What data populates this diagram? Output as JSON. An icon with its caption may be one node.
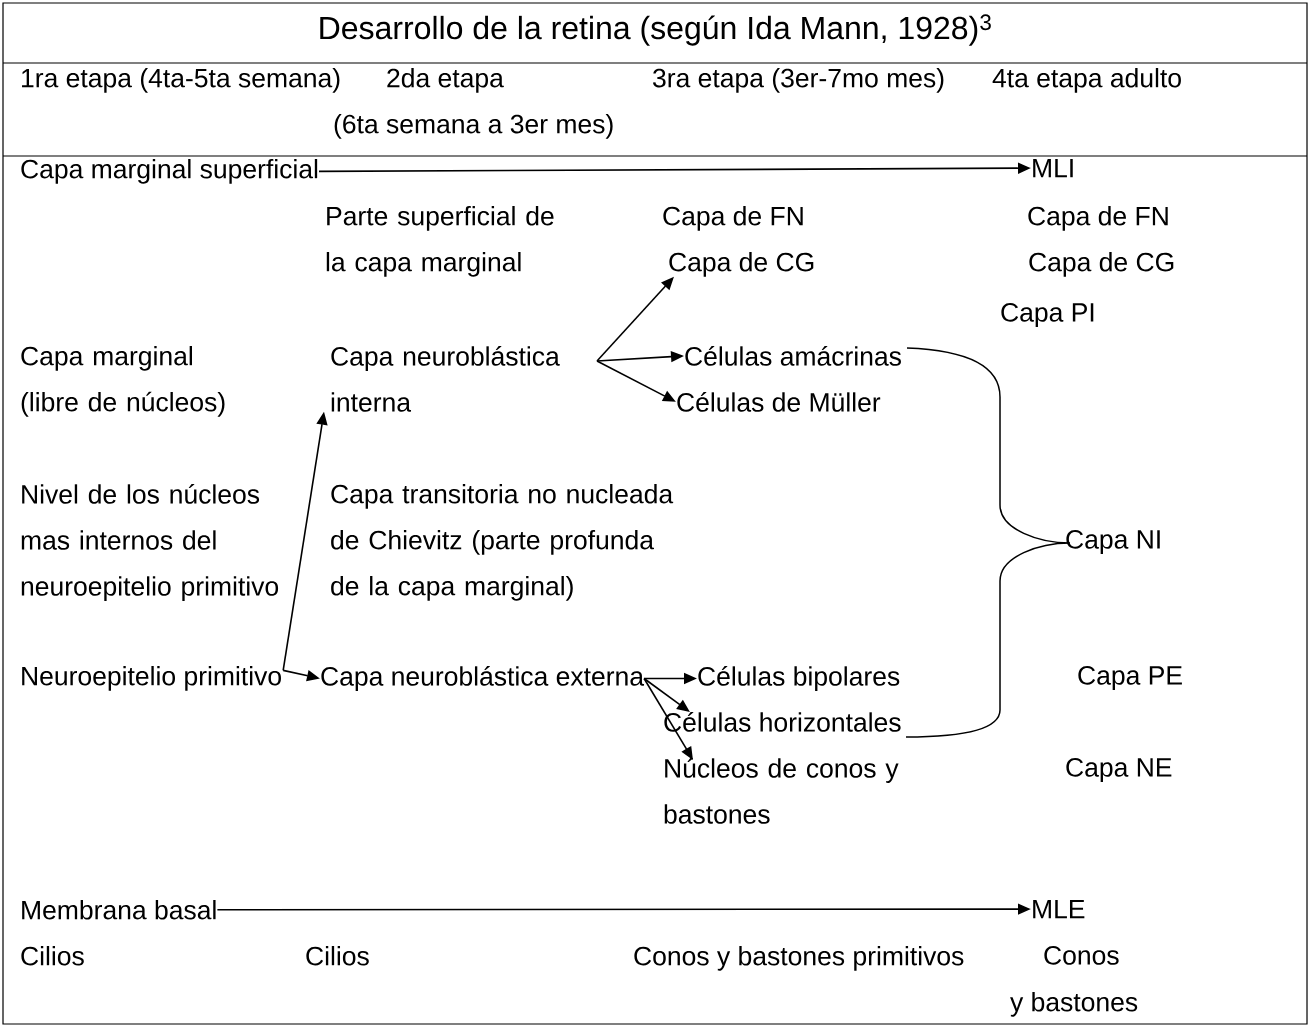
{
  "diagram": {
    "title": "Desarrollo de la retina (según Ida Mann, 1928)$^{3}$",
    "nodes": [
      {
        "text": [
          "Capa marginal superficial"
        ]
      },
      {
        "text": [
          "MLI"
        ]
      },
      {
        "text": [
          "Capa neuroblástica interna"
        ]
      },
      {
        "text": [
          "Capa de CG"
        ]
      },
      {
        "text": [
          "Células amácrinas"
        ]
      },
      {
        "text": [
          "Células de Müller"
        ]
      },
      {
        "text": [
          "Neuroepitelio primitivo"
        ]
      },
      {
        "text": [
          "Capa neuroblástica externa"
        ]
      },
      {
        "text": [
          "Células bipolares"
        ]
      },
      {
        "text": [
          "Células horizontales"
        ]
      },
      {
        "text": [
          "Núcleos de conos y bastones"
        ]
      },
      {
        "text": [
          "Membrana basal"
        ]
      },
      {
        "text": [
          "MLE"
        ]
      }
    ],
    "edges": [
      {
        "from": 0,
        "to": 1,
        "arrow": "to"
      },
      {
        "from": 2,
        "to": 3,
        "arrow": "to"
      },
      {
        "from": 2,
        "to": 4,
        "arrow": "to"
      },
      {
        "from": 2,
        "to": 5,
        "arrow": "to"
      },
      {
        "from": 6,
        "to": 2,
        "arrow": "to"
      },
      {
        "from": 6,
        "to": 7,
        "arrow": "to"
      },
      {
        "from": 7,
        "to": 8,
        "arrow": "to"
      },
      {
        "from": 7,
        "to": 9,
        "arrow": "to"
      },
      {
        "from": 7,
        "to": 10,
        "arrow": "to"
      },
      {
        "from": 11,
        "to": 12,
        "arrow": "to"
      }
    ],
    "labels": [
      "1ra etapa (4ta-5ta semana)",
      "2da etapa",
      "3ra etapa (3er-7mo mes)",
      "4ta etapa adulto",
      "(6ta semana a 3er mes)",
      "Parte superficial de la capa marginal",
      "Capa de FN",
      "Capa de FN",
      "Capa de CG",
      "Capa PI",
      "Capa marginal (libre de núcleos)",
      "Nivel de los núcleos mas internos del neuroepitelio primitivo",
      "Capa transitoria no nucleada de Chievitz (parte profunda de la capa marginal)",
      "Capa NI",
      "Capa PE",
      "Capa NE",
      "Cilios",
      "Cilios",
      "Conos y bastones primitivos",
      "Conos",
      "y bastones"
    ]
  }
}
